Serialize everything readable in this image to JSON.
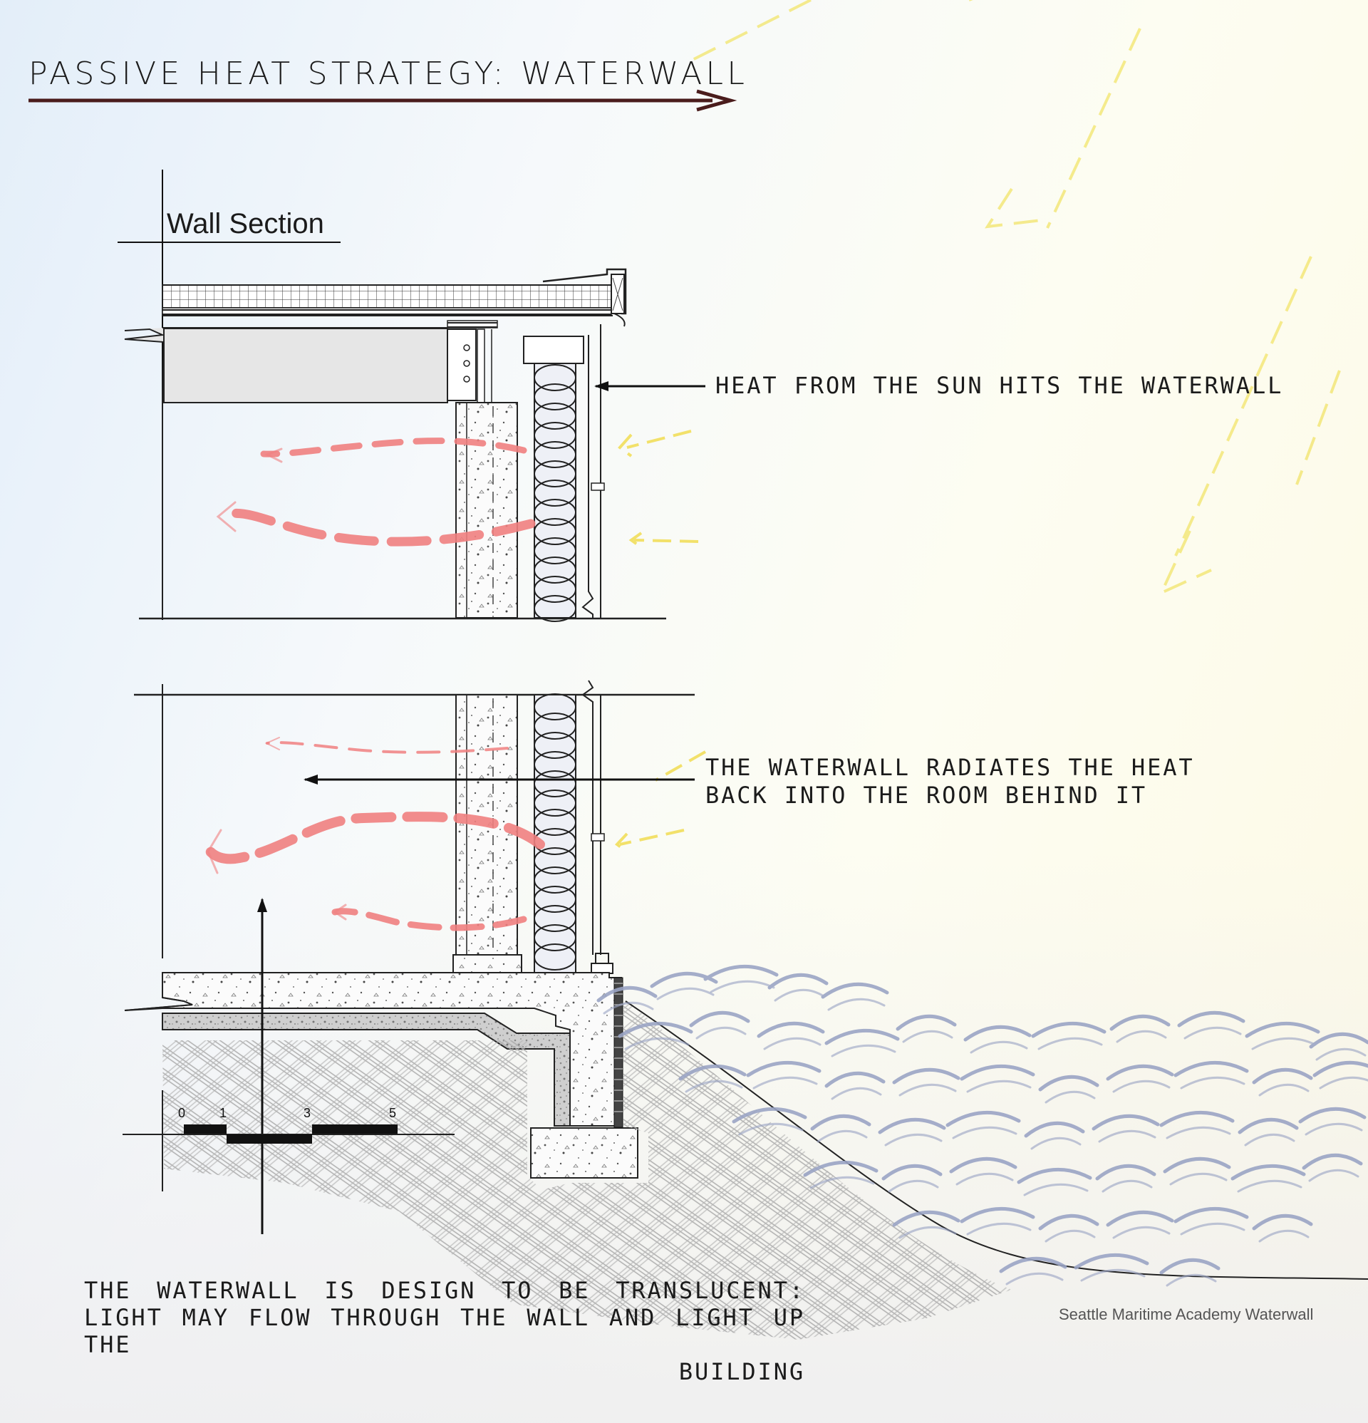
{
  "title": "PASSIVE HEAT STRATEGY: WATERWALL",
  "section_label": "Wall Section",
  "annotations": {
    "sun": "HEAT FROM THE SUN HITS THE WATERWALL",
    "radiate_line1": "THE WATERWALL RADIATES THE HEAT",
    "radiate_line2": "BACK INTO THE ROOM BEHIND IT",
    "translucent_line1": "THE WATERWALL IS DESIGN TO BE TRANSLUCENT: LIGHT MAY FLOW THROUGH THE WALL AND LIGHT UP THE",
    "translucent_line2": "BUILDING"
  },
  "scale_bar": {
    "ticks": [
      "0",
      "1",
      "3",
      "5"
    ]
  },
  "credit": "Seattle Maritime Academy Waterwall",
  "colors": {
    "title_rule": "#4a1c1c",
    "heat_flow": "#f08080",
    "sun_ray": "#f2e46a",
    "ground_hatch": "#9a9a9a",
    "water_wave": "#9aa4c4"
  }
}
